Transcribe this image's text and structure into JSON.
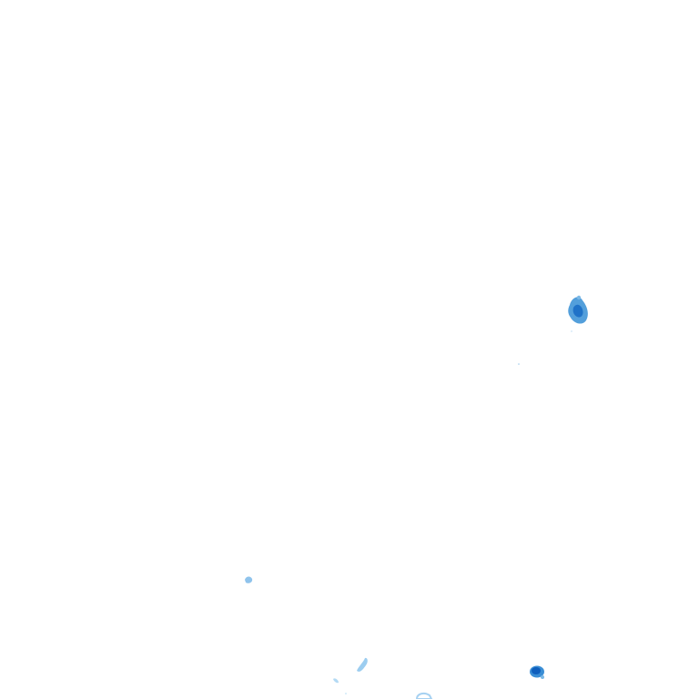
{
  "map": {
    "background_color": "#ffffff",
    "palette": {
      "light": "#a9d3f2",
      "mid": "#5aa6e0",
      "strong": "#2f86d0",
      "dark": "#1266c3"
    },
    "echoes": [
      {
        "id": "cell-east",
        "intensity": "strong"
      },
      {
        "id": "cell-southeast",
        "intensity": "dark"
      },
      {
        "id": "speck-west",
        "intensity": "light"
      },
      {
        "id": "speck-south-1",
        "intensity": "light"
      },
      {
        "id": "speck-south-2",
        "intensity": "light"
      },
      {
        "id": "speck-south-3",
        "intensity": "light"
      }
    ]
  }
}
